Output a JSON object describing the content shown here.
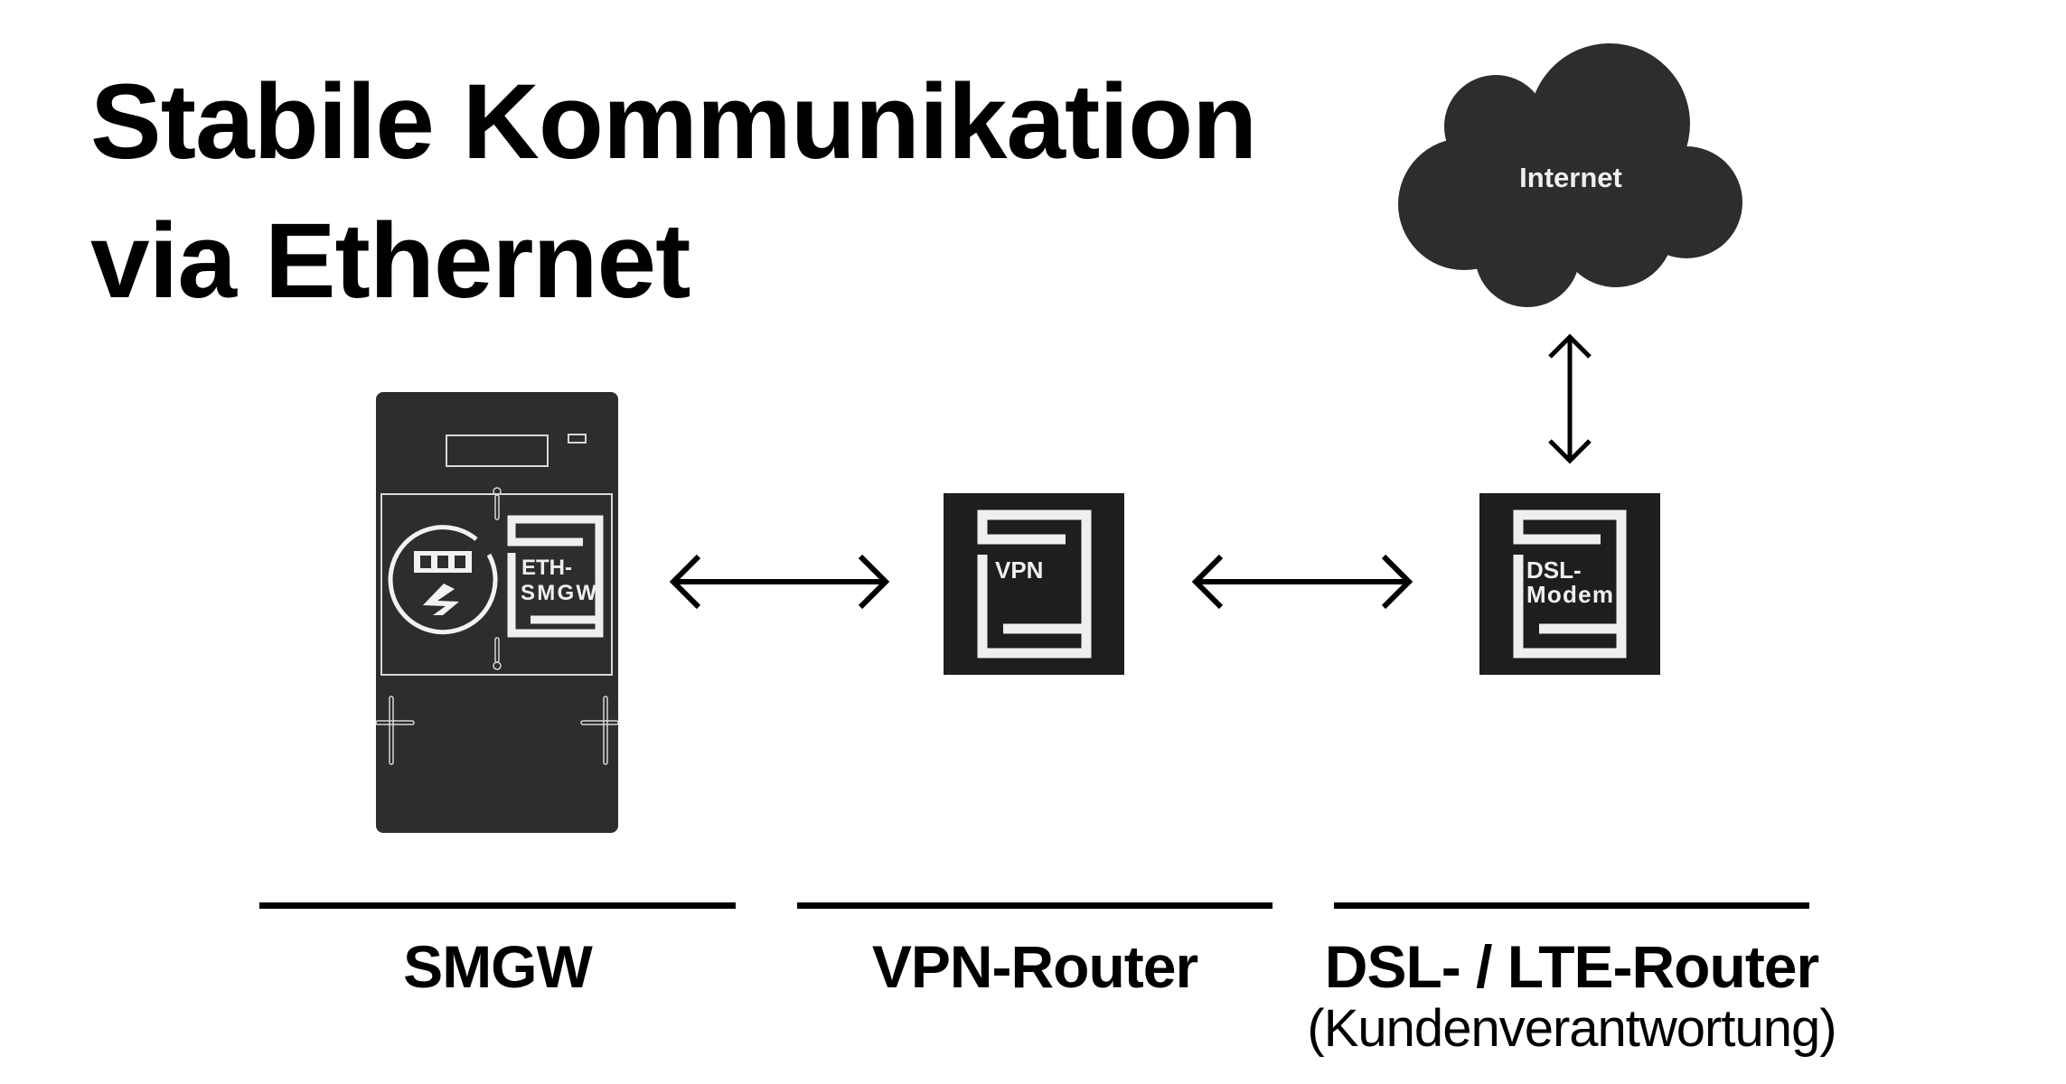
{
  "title": {
    "line1": "Stabile Kommunikation",
    "line2": "via Ethernet"
  },
  "colors": {
    "device_dark": "#2d2d2d",
    "box_dark": "#1e1e1c",
    "module_light": "#efefef",
    "arrow": "#000000"
  },
  "cloud": {
    "label": "Internet",
    "icon": "cloud-icon"
  },
  "devices": [
    {
      "id": "smgw",
      "module_label_line1": "ETH-",
      "module_label_line2": "SMGW",
      "caption": "SMGW",
      "subcaption": ""
    },
    {
      "id": "vpn",
      "module_label_line1": "VPN",
      "module_label_line2": "",
      "caption": "VPN-Router",
      "subcaption": ""
    },
    {
      "id": "dsl",
      "module_label_line1": "DSL-",
      "module_label_line2": "Modem",
      "caption": "DSL- / LTE-Router",
      "subcaption": "(Kundenverantwortung)"
    }
  ],
  "connections": [
    {
      "from": "smgw",
      "to": "vpn",
      "type": "bidirectional"
    },
    {
      "from": "vpn",
      "to": "dsl",
      "type": "bidirectional"
    },
    {
      "from": "dsl",
      "to": "internet",
      "type": "bidirectional"
    }
  ]
}
